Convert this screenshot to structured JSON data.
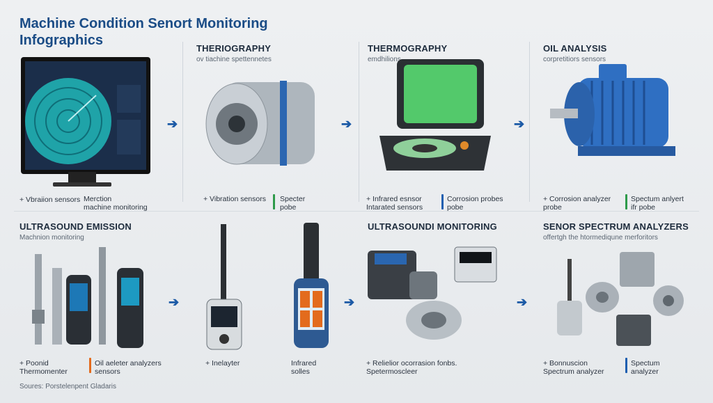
{
  "title": "Machine Condition Senort Monitoring\nInfographics",
  "top": {
    "col2": {
      "head": "THERIOGRAPHY",
      "sub": "ov tiachine spettennetes"
    },
    "col3": {
      "head": "THERMOGRAPHY",
      "sub": "emdhilions"
    },
    "col4": {
      "head": "OIL ANALYSIS",
      "sub": "corpretitiors sensors"
    },
    "captions": [
      [
        "+ Vbraiion sensors",
        "Merction\nmachine monitoring"
      ],
      [
        "+ Vibration sensors",
        "Specter\npobe"
      ],
      [
        "+ Infrared esnsor\nIntarated sensors",
        "Corrosion probes\npobe"
      ],
      [
        "+ Corrosion analyzer\nprobe",
        "Spectum anlyert\nifr pobe"
      ]
    ]
  },
  "bottom": {
    "col1": {
      "head": "ULTRASOUND EMISSION",
      "sub": "Machnion monitoring"
    },
    "col3": {
      "head": "ULTRASOUNDI MONITORING",
      "sub": ""
    },
    "col4": {
      "head": "SENOR SPECTRUM ANALYZERS",
      "sub": "offertgh the htormediqune merforitors"
    },
    "captions": [
      [
        "+ Poonid\nThermomenter",
        "Oil aeleter analyzers\nsensors"
      ],
      [
        "+ Inelayter",
        "Infrared\nsolles"
      ],
      [
        "+ Relielior ocorrasion fonbs.\nSpetermoscleer",
        ""
      ],
      [
        "+ Bonnuscion\nSpectrum analyzer",
        "Spectum\nanalyzer"
      ]
    ]
  },
  "source": "Soures: Porstelenpent Gladaris",
  "colors": {
    "accent": "#1a4c86",
    "arrow": "#1c5aa6",
    "green_mark": "#2e9a4a",
    "blue_mark": "#1f5fb0",
    "orange_mark": "#e36b1d"
  }
}
